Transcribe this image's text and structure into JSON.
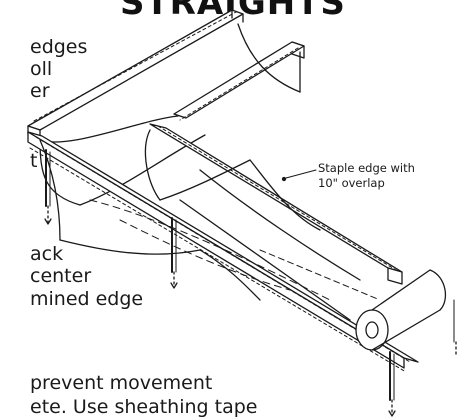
{
  "heading": "STRAIGHTS",
  "left_text": {
    "line1": "edges",
    "line2": "oll",
    "line3": "er",
    "line4": "t",
    "line5": "ack",
    "line6": "center",
    "line7": "mined edge"
  },
  "bottom_text": {
    "line1": "prevent movement",
    "line2": "ete. Use sheathing tape"
  },
  "callout": {
    "line1": "Staple edge with",
    "line2": "10\" overlap"
  },
  "colors": {
    "ink": "#1a1a1a",
    "background": "#ffffff"
  }
}
